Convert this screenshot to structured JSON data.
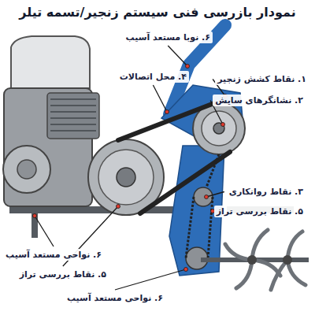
{
  "diagram": {
    "title": "نمودار بازرسی فنی سیستم زنجیر/تسمه تیلر",
    "labels": [
      "۶. نوبا مستعد آسیب",
      "۴. محل اتصالات",
      "۱. نقاط کشش زنجیر",
      "۲. نشانگرهای سایش",
      "۳. نقاط روانکاری",
      "۵. نقاط بررسی تراز",
      "۶. نواحی مستعد آسیب",
      "۵. نقاط بررسی تراز",
      "۶. نواحی مستعد آسیب"
    ]
  }
}
